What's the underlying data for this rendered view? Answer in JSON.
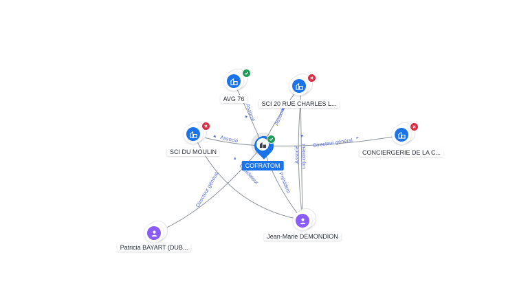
{
  "graph": {
    "center": {
      "name": "COFRATOM",
      "status": "ok",
      "icon": "building-icon"
    },
    "nodes": [
      {
        "id": "avg76",
        "name": "AVG 76",
        "kind": "company",
        "status": "ok"
      },
      {
        "id": "sci20",
        "name": "SCI 20 RUE CHARLES L...",
        "kind": "company",
        "status": "ko"
      },
      {
        "id": "scimoulin",
        "name": "SCI DU MOULIN",
        "kind": "company",
        "status": "ko"
      },
      {
        "id": "conciergerie",
        "name": "CONCIERGERIE DE LA C...",
        "kind": "company",
        "status": "ko"
      },
      {
        "id": "patricia",
        "name": "Patricia BAYART (DUB...",
        "kind": "person"
      },
      {
        "id": "jeanmarie",
        "name": "Jean-Marie DEMONDION",
        "kind": "person"
      }
    ],
    "edges": [
      {
        "from": "center",
        "to": "avg76",
        "label": "Associé"
      },
      {
        "from": "center",
        "to": "sci20",
        "label": "Associé"
      },
      {
        "from": "center",
        "to": "scimoulin",
        "label": "Associé"
      },
      {
        "from": "center",
        "to": "conciergerie",
        "label": "Directeur général"
      },
      {
        "from": "patricia",
        "to": "center",
        "label": "Directeur général"
      },
      {
        "from": "jeanmarie",
        "to": "center",
        "label": "Président"
      },
      {
        "from": "jeanmarie",
        "to": "scimoulin",
        "label": "Liquidateur"
      },
      {
        "from": "jeanmarie",
        "to": "sci20",
        "label": "Liquidateur"
      },
      {
        "from": "jeanmarie",
        "to": "sci20",
        "label": "Associé"
      }
    ]
  }
}
